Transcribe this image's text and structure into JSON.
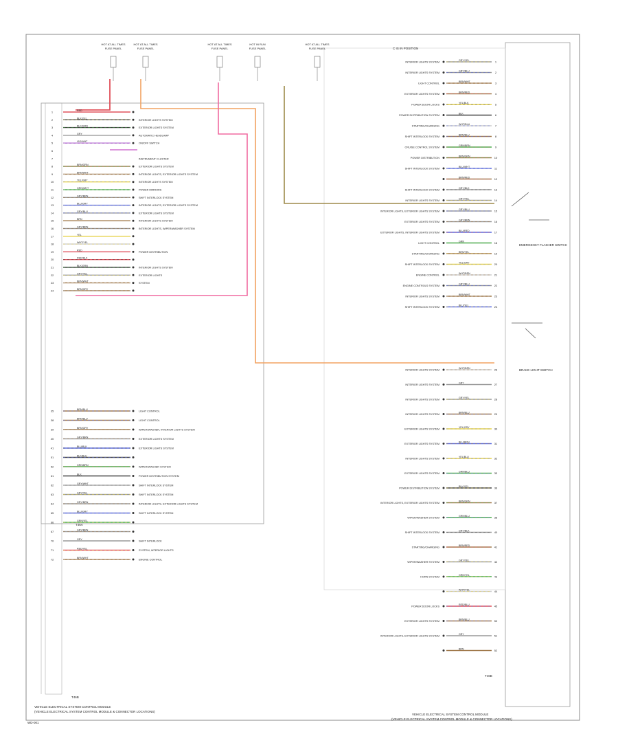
{
  "diagram": {
    "title_left_1": "VEHICLE ELECTRICAL SYSTEM CONTROL MODULE",
    "title_left_2": "(VEHICLE ELECTRICAL SYSTEM CONTROL MODULE & CONNECTOR LOCATIONS)",
    "title_right_1": "VEHICLE ELECTRICAL SYSTEM CONTROL MODULE",
    "title_right_2": "(VEHICLE ELECTRICAL SYSTEM CONTROL MODULE & CONNECTOR LOCATIONS)",
    "header_left_label": "C IS IN POSITION",
    "figure_id": "WD-001",
    "end_label": "T46B",
    "mid_label": "T46A",
    "fuse_panel_top": [
      {
        "label": "HOT AT ALL TIMES",
        "sub": "FUSE PANEL"
      },
      {
        "label": "HOT AT ALL TIMES",
        "sub": "FUSE PANEL"
      },
      {
        "label": "HOT AT ALL TIMES",
        "sub": "FUSE PANEL"
      },
      {
        "label": "HOT IN RUN",
        "sub": "FUSE PANEL"
      },
      {
        "label": "HOT AT ALL TIMES",
        "sub": "FUSE PANEL"
      }
    ],
    "left_pins": [
      {
        "num": "1",
        "wire": "RED",
        "dest": ""
      },
      {
        "num": "2",
        "wire": "BLK/YEL",
        "dest": "INTERIOR LIGHTS SYSTEM"
      },
      {
        "num": "3",
        "wire": "BLK/GRN",
        "dest": "EXTERIOR LIGHTS SYSTEM"
      },
      {
        "num": "4",
        "wire": "GRY",
        "dest": "AUTOMATIC HEADLAMP"
      },
      {
        "num": "5",
        "wire": "VIO/WHT",
        "dest": "ON/OFF SWITCH"
      },
      {
        "num": "6",
        "wire": "",
        "dest": ""
      },
      {
        "num": "7",
        "wire": "",
        "dest": "INSTRUMENT CLUSTER"
      },
      {
        "num": "8",
        "wire": "BRN/GRN",
        "dest": "EXTERIOR LIGHTS SYSTEM"
      },
      {
        "num": "9",
        "wire": "BRN/WHT",
        "dest": "INTERIOR LIGHTS, EXTERIOR LIGHTS SYSTEM"
      },
      {
        "num": "10",
        "wire": "YEL/GRY",
        "dest": "INTERIOR LIGHTS SYSTEM"
      },
      {
        "num": "11",
        "wire": "GRN/WHT",
        "dest": "POWER MIRRORS"
      },
      {
        "num": "12",
        "wire": "GRY/BRN",
        "dest": "SHIFT INTERLOCK SYSTEM"
      },
      {
        "num": "13",
        "wire": "BLU/GRY",
        "dest": "INTERIOR LIGHTS, EXTERIOR LIGHTS SYSTEM"
      },
      {
        "num": "14",
        "wire": "GRY/BLU",
        "dest": "EXTERIOR LIGHTS SYSTEM"
      },
      {
        "num": "15",
        "wire": "BRN",
        "dest": "INTERIOR LIGHTS SYSTEM"
      },
      {
        "num": "16",
        "wire": "GRY/BRN",
        "dest": "INTERIOR LIGHTS, WIPER/WASHER SYSTEM"
      },
      {
        "num": "17",
        "wire": "YEL",
        "dest": ""
      },
      {
        "num": "18",
        "wire": "WHT/YEL",
        "dest": ""
      },
      {
        "num": "19",
        "wire": "RED",
        "dest": "POWER DISTRIBUTION"
      },
      {
        "num": "20",
        "wire": "RED/BLK",
        "dest": ""
      },
      {
        "num": "21",
        "wire": "BLK/GRN",
        "dest": "INTERIOR LIGHTS SYSTEM"
      },
      {
        "num": "22",
        "wire": "GRY/YEL",
        "dest": "EXTERIOR LIGHTS"
      },
      {
        "num": "23",
        "wire": "BRN/WHT",
        "dest": "SYSTEM"
      },
      {
        "num": "24",
        "wire": "BRN/GRY",
        "dest": ""
      }
    ],
    "left_lower_pins": [
      {
        "num": "35",
        "wire": "BRN/BLU",
        "dest": "LIGHT CONTROL"
      },
      {
        "num": "38",
        "wire": "BRN/BLU",
        "dest": "LIGHT CONTROL"
      },
      {
        "num": "39",
        "wire": "BRN/GRY",
        "dest": "WIPER/WASHER, INTERIOR LIGHTS SYSTEM"
      },
      {
        "num": "40",
        "wire": "GRY/BRN",
        "dest": "EXTERIOR LIGHTS SYSTEM"
      },
      {
        "num": "41",
        "wire": "BLU/BLK",
        "dest": "EXTERIOR LIGHTS SYSTEM"
      },
      {
        "num": "51",
        "wire": "BLK/BLU",
        "dest": ""
      },
      {
        "num": "52",
        "wire": "GRN/BRN",
        "dest": "WIPER/WASHER SYSTEM"
      },
      {
        "num": "61",
        "wire": "BLK",
        "dest": "POWER DISTRIBUTION SYSTEM"
      },
      {
        "num": "62",
        "wire": "GRY/WHT",
        "dest": "SHIFT INTERLOCK SYSTEM"
      },
      {
        "num": "63",
        "wire": "GRY/YEL",
        "dest": "SHIFT INTERLOCK SYSTEM"
      },
      {
        "num": "64",
        "wire": "GRY/BRN",
        "dest": "INTERIOR LIGHTS, EXTERIOR LIGHTS SYSTEM"
      },
      {
        "num": "65",
        "wire": "BLU/GRY",
        "dest": "SHIFT INTERLOCK SYSTEM"
      },
      {
        "num": "66",
        "wire": "GRN/YEL",
        "dest": ""
      },
      {
        "num": "67",
        "wire": "GRY/BRN",
        "dest": ""
      },
      {
        "num": "70",
        "wire": "GRY",
        "dest": "SHIFT INTERLOCK"
      },
      {
        "num": "71",
        "wire": "RED/YEL",
        "dest": "SYSTEM, INTERIOR LIGHTS"
      },
      {
        "num": "72",
        "wire": "BRN/WHT",
        "dest": "ENGINE CONTROL"
      }
    ],
    "right_pins": [
      {
        "num": "1",
        "wire": "GRY/YEL",
        "src": "INTERIOR LIGHTS SYSTEM"
      },
      {
        "num": "2",
        "wire": "GRY/BLU",
        "src": "INTERIOR LIGHTS SYSTEM"
      },
      {
        "num": "3",
        "wire": "BRN/WHT",
        "src": "LIGHT CONTROL"
      },
      {
        "num": "4",
        "wire": "BRN/RED",
        "src": "EXTERIOR LIGHTS SYSTEM"
      },
      {
        "num": "5",
        "wire": "YEL/BLK",
        "src": "POWER DOOR LOCKS"
      },
      {
        "num": "6",
        "wire": "BLK",
        "src": "POWER DISTRIBUTION SYSTEM"
      },
      {
        "num": "7",
        "wire": "WHT/BLU",
        "src": "STARTING/CHARGING"
      },
      {
        "num": "8",
        "wire": "BRN/BLU",
        "src": "SHIFT INTERLOCK SYSTEM"
      },
      {
        "num": "9",
        "wire": "GRN/BRN",
        "src": "CRUISE CONTROL SYSTEM"
      },
      {
        "num": "10",
        "wire": "BRN/GRN",
        "src": "POWER DISTRIBUTION"
      },
      {
        "num": "11",
        "wire": "BLU/WHT",
        "src": "SHIFT INTERLOCK SYSTEM"
      },
      {
        "num": "12",
        "wire": "BRN/RED",
        "src": ""
      },
      {
        "num": "13",
        "wire": "GRY/BLK",
        "src": "SHIFT INTERLOCK SYSTEM"
      },
      {
        "num": "14",
        "wire": "GRY/YEL",
        "src": "INTERIOR LIGHTS SYSTEM"
      },
      {
        "num": "15",
        "wire": "GRY/BLU",
        "src": "INTERIOR LIGHTS, EXTERIOR LIGHTS SYSTEM"
      },
      {
        "num": "16",
        "wire": "GRY/BRN",
        "src": "EXTERIOR LIGHTS SYSTEM"
      },
      {
        "num": "17",
        "wire": "BLU/RED",
        "src": "EXTERIOR LIGHTS, INTERIOR LIGHTS SYSTEM"
      },
      {
        "num": "18",
        "wire": "GRN",
        "src": "LIGHT CONTROL"
      },
      {
        "num": "19",
        "wire": "BRN/YEL",
        "src": "STARTING/CHARGING"
      },
      {
        "num": "20",
        "wire": "YEL/GRY",
        "src": "SHIFT INTERLOCK SYSTEM"
      },
      {
        "num": "21",
        "wire": "WHT/BRN",
        "src": "ENGINE CONTROL"
      },
      {
        "num": "22",
        "wire": "GRY/BLU",
        "src": "ENGINE CONTROLS SYSTEM"
      },
      {
        "num": "23",
        "wire": "BRN/WHT",
        "src": "INTERIOR LIGHTS SYSTEM"
      },
      {
        "num": "24",
        "wire": "BLU/YEL",
        "src": "SHIFT INTERLOCK SYSTEM"
      }
    ],
    "right_lower_pins": [
      {
        "num": "26",
        "wire": "WHT/BRN",
        "src": "INTERIOR LIGHTS SYSTEM"
      },
      {
        "num": "27",
        "wire": "GRY",
        "src": "INTERIOR LIGHTS SYSTEM"
      },
      {
        "num": "28",
        "wire": "GRY/YEL",
        "src": "INTERIOR LIGHTS SYSTEM"
      },
      {
        "num": "29",
        "wire": "BRN/BLU",
        "src": "INTERIOR LIGHTS SYSTEM"
      },
      {
        "num": "30",
        "wire": "YEL/GRY",
        "src": "EXTERIOR LIGHTS SYSTEM"
      },
      {
        "num": "31",
        "wire": "BLU/BRN",
        "src": "EXTERIOR LIGHTS SYSTEM"
      },
      {
        "num": "32",
        "wire": "YEL/BLU",
        "src": "INTERIOR LIGHTS SYSTEM"
      },
      {
        "num": "33",
        "wire": "GRN/BLU",
        "src": "EXTERIOR LIGHTS SYSTEM"
      },
      {
        "num": "36",
        "wire": "BLK/YEL",
        "src": "POWER DISTRIBUTION SYSTEM"
      },
      {
        "num": "37",
        "wire": "BRN/GRN",
        "src": "INTERIOR LIGHTS, EXTERIOR LIGHTS SYSTEM"
      },
      {
        "num": "38",
        "wire": "GRN/BLU",
        "src": "WIPER/WASHER SYSTEM"
      },
      {
        "num": "40",
        "wire": "GRY/BLK",
        "src": "SHIFT INTERLOCK SYSTEM"
      },
      {
        "num": "41",
        "wire": "BRN/RED",
        "src": "STARTING/CHARGING"
      },
      {
        "num": "42",
        "wire": "GRY/YEL",
        "src": "WIPER/WASHER SYSTEM"
      },
      {
        "num": "43",
        "wire": "GRN/YEL",
        "src": "HORN SYSTEM"
      },
      {
        "num": "44",
        "wire": "WHT/YEL",
        "src": ""
      },
      {
        "num": "45",
        "wire": "RED/BLU",
        "src": "POWER DOOR LOCKS"
      },
      {
        "num": "50",
        "wire": "BRN/BLU",
        "src": "EXTERIOR LIGHTS SYSTEM"
      },
      {
        "num": "51",
        "wire": "GRY",
        "src": "INTERIOR LIGHTS, EXTERIOR LIGHTS SYSTEM"
      },
      {
        "num": "52",
        "wire": "BRN",
        "src": ""
      }
    ],
    "components": [
      {
        "label": "EMERGENCY FLASHER SWITCH",
        "pos": "upper"
      },
      {
        "label": "BRAKE LIGHT SWITCH",
        "pos": "lower"
      }
    ]
  }
}
